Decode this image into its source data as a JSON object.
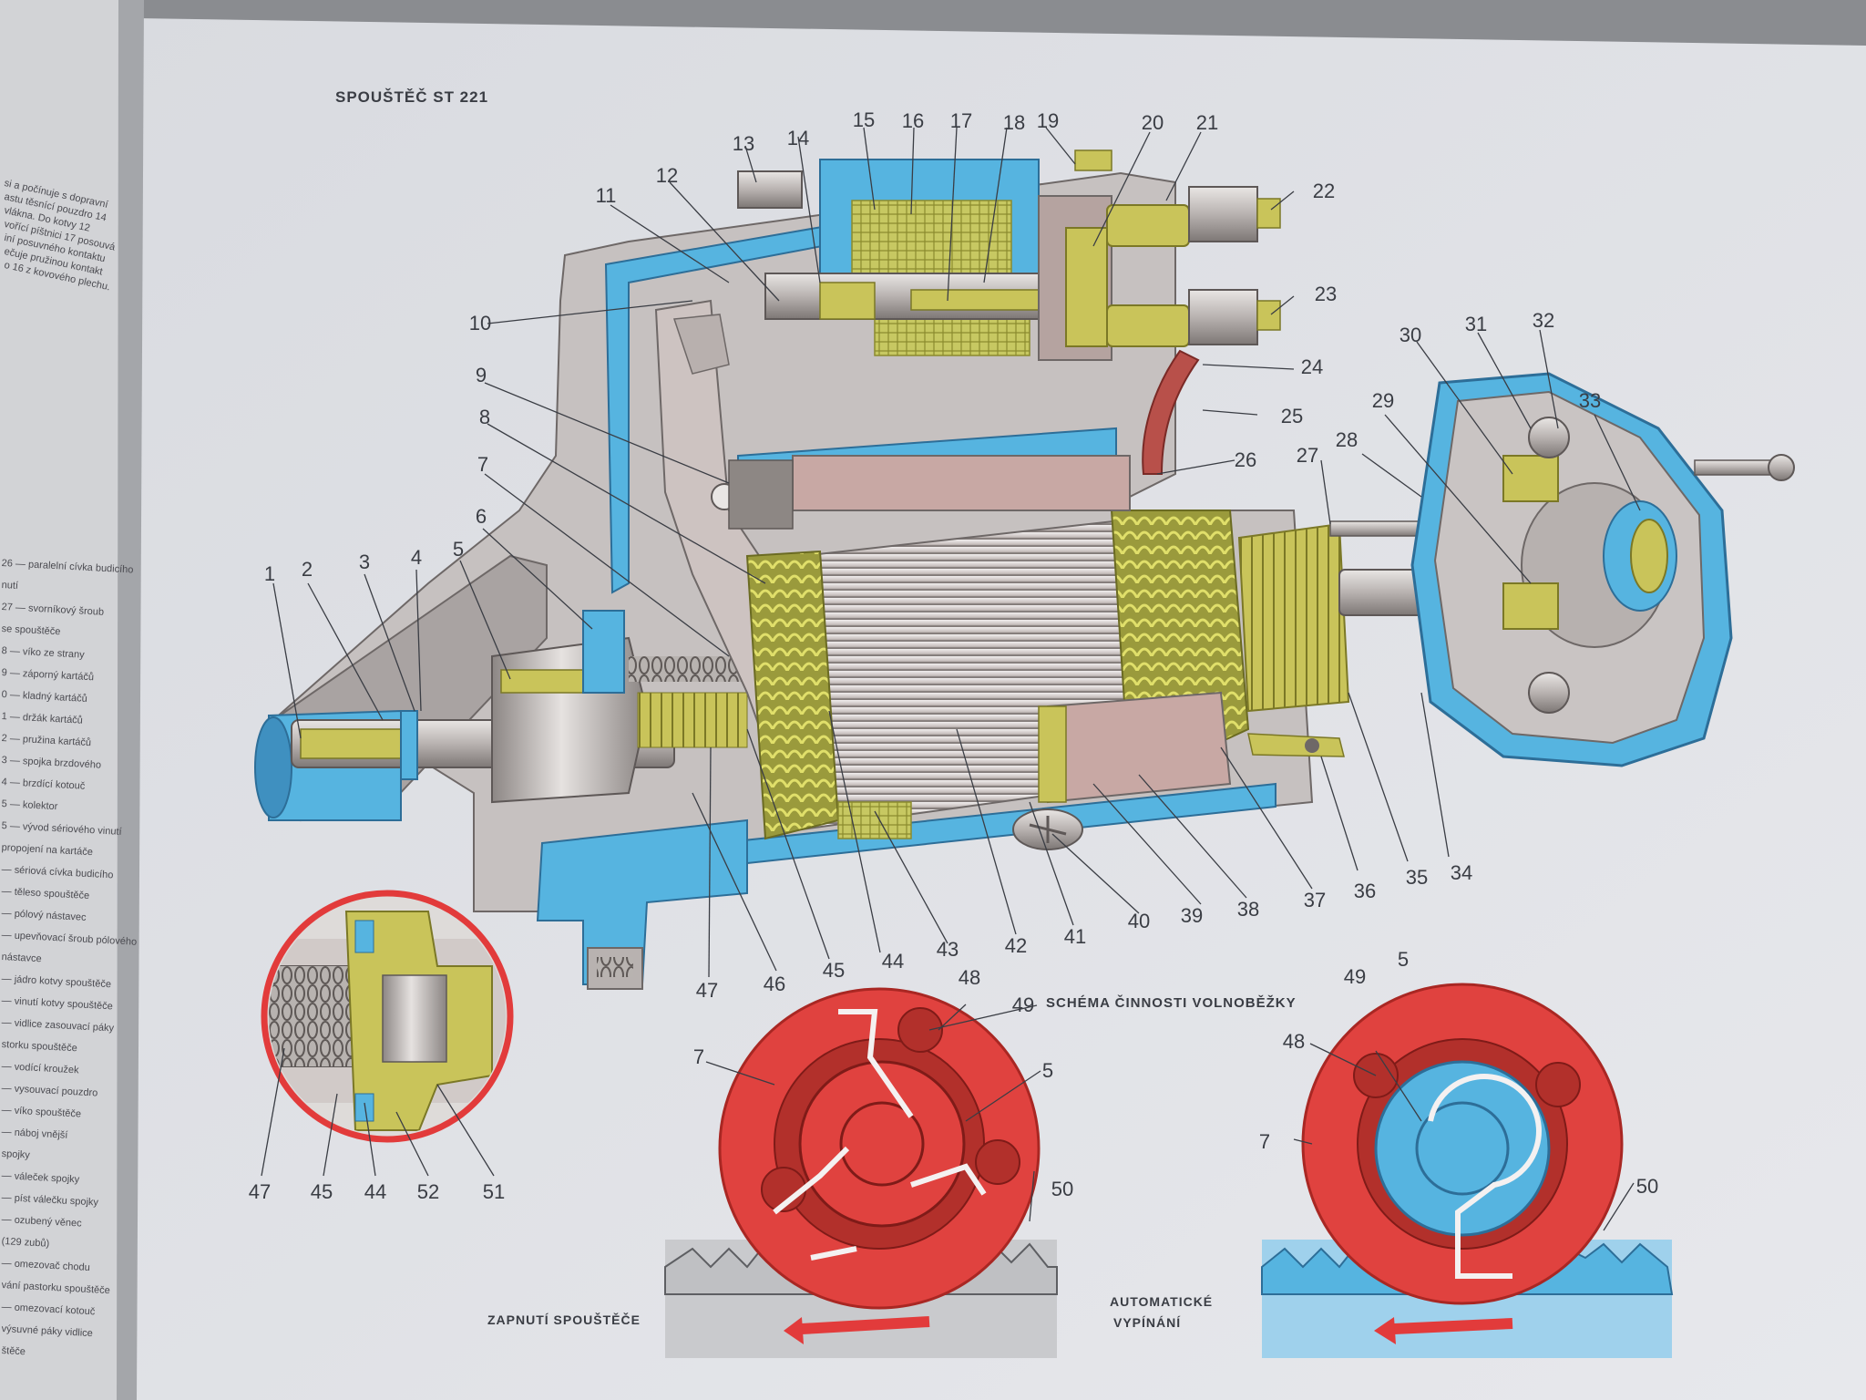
{
  "title": "SPOUŠTĚČ ST 221",
  "schema_title": "SCHÉMA ČINNOSTI VOLNOBĚŽKY",
  "caption_engaged": "ZAPNUTÍ SPOUŠTĚČE",
  "caption_disengaged": [
    "AUTOMATICKÉ",
    "VYPÍNÁNÍ"
  ],
  "part_labels": [
    "1",
    "2",
    "3",
    "4",
    "5",
    "6",
    "7",
    "8",
    "9",
    "10",
    "11",
    "12",
    "13",
    "14",
    "15",
    "16",
    "17",
    "18",
    "19",
    "20",
    "21",
    "22",
    "23",
    "24",
    "25",
    "26",
    "27",
    "28",
    "29",
    "30",
    "31",
    "32",
    "33",
    "34",
    "35",
    "36",
    "37",
    "38",
    "39",
    "40",
    "41",
    "42",
    "43",
    "44",
    "45",
    "46",
    "47",
    "48",
    "49",
    "5",
    "7",
    "50",
    "47",
    "45",
    "44",
    "52",
    "51",
    "48",
    "49",
    "5",
    "7",
    "50"
  ],
  "facing_page_text": [
    "si a počínuje s dopravní",
    "astu těsnící pouzdro 14",
    "vlákna. Do kotvy 12",
    "vořící píštnici 17 posouvá",
    "iní posuvného kontaktu",
    "ečuje pružinou kontakt",
    "o 16 z kovového plechu.",
    "26 — paralelní cívka budicího",
    "nutí",
    "27 — svorníkový šroub",
    "se spouštěče",
    "8 — víko ze strany",
    "9 — záporný kartáčů",
    "0 — kladný kartáčů",
    "1 — držák kartáčů",
    "2 — pružina kartáčů",
    "3 — spojka brzdového",
    "4 — brzdící kotouč",
    "5 — kolektor",
    "5 — vývod sériového vinutí",
    "propojení na kartáče",
    "— sériová cívka budicího",
    "— těleso spouštěče",
    "— pólový nástavec",
    "— upevňovací šroub pólového",
    "nástavce",
    "— jádro kotvy spouštěče",
    "— vinutí kotvy spouštěče",
    "— vidlice zasouvací páky",
    "storku spouštěče",
    "— vodící kroužek",
    "— vysouvací pouzdro",
    "— víko spouštěče",
    "— náboj vnější",
    "spojky",
    "— váleček spojky",
    "— píst válečku spojky",
    "— ozubený věnec",
    "(129 zubů)",
    "— omezovač chodu",
    "vání pastorku spouštěče",
    "— omezovací kotouč",
    "výsuvné páky vidlice",
    "štěče"
  ]
}
